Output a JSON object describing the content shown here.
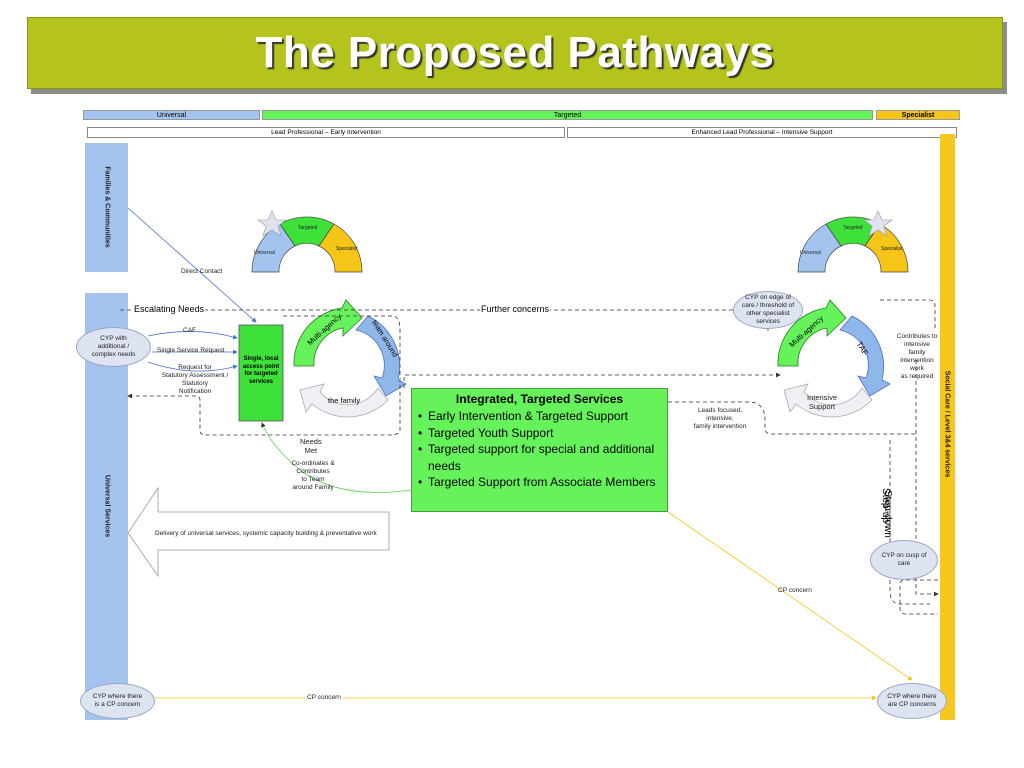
{
  "title": "The Proposed Pathways",
  "bands": {
    "universal": "Universal",
    "targeted": "Targeted",
    "specialist": "Specialist"
  },
  "lead": {
    "early": "Lead Professional – Early Intervention",
    "enhanced": "Enhanced Lead Professional – Intensive Support"
  },
  "side": {
    "families": "Families & Communities",
    "universal": "Universal Services",
    "social_care": "Social Care / Level 3&4 services"
  },
  "gauge": {
    "universal": "Universal",
    "targeted": "Targeted",
    "specialist": "Specialist"
  },
  "labels": {
    "direct_contact": "Direct Contact",
    "escalating": "Escalating Needs",
    "further": "Further concerns",
    "caf": "CAF",
    "single_request": "Single Service Request",
    "request_for": "Request for",
    "statutory_assessment": "Statutory Assessment /",
    "statutory": "Statutory",
    "notification": "Notification",
    "access_point": [
      "Single, local",
      "access point",
      "for targeted",
      "services"
    ],
    "cyp_additional": [
      "CYP with",
      "additional /",
      "complex needs"
    ],
    "multi_agency": "Multi-agency",
    "team_around": "team around",
    "the_family": "the family",
    "needs": "Needs",
    "met": "Met",
    "coordinates": [
      "Co-ordinates &",
      "Contributes",
      "to Team",
      "around Family"
    ],
    "cyp_edge": [
      "CYP on edge of",
      "care / threshold of",
      "other specialist",
      "services"
    ],
    "taf": "TAF",
    "intensive": "Intensive",
    "support": "Support",
    "contributes": [
      "Contributes to",
      "intensive",
      "family",
      "intervention",
      "work",
      "as required"
    ],
    "leads_focused": [
      "Leads focused,",
      "intensive,",
      "family intervention"
    ],
    "step_up": "Step-up",
    "step_down": "Step-down",
    "cyp_cusp": [
      "CYP on cusp of",
      "care"
    ],
    "delivery": "Delivery of universal services, systemic capacity building & preventative work",
    "cp_concern_right": "CP concern",
    "cp_concern_bottom": "CP concern",
    "cyp_cp_left": [
      "CYP where there",
      "is a CP concern"
    ],
    "cyp_cp_right": [
      "CYP where there",
      "are CP concerns"
    ]
  },
  "integrated": {
    "heading": "Integrated, Targeted Services",
    "items": [
      "Early Intervention & Targeted Support",
      "Targeted Youth Support",
      "Targeted support for special and additional needs",
      "Targeted Support from Associate Members"
    ]
  },
  "colors": {
    "title_bg": "#b5c41c",
    "universal": "#a3c4ee",
    "targeted": "#66f25a",
    "specialist": "#f5c518",
    "social_care": "#f7c71d",
    "cp_line": "#f5c518"
  }
}
